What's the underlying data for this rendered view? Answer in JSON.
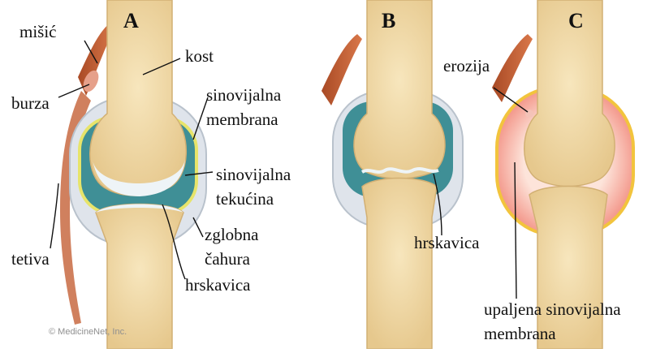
{
  "panels": {
    "a": {
      "title": "A",
      "labels": {
        "misic": "mišić",
        "burza": "burza",
        "kost": "kost",
        "sin_membrana_1": "sinovijalna",
        "sin_membrana_2": "membrana",
        "sin_tekucina_1": "sinovijalna",
        "sin_tekucina_2": "tekućina",
        "zglobna": "zglobna",
        "cahura": "čahura",
        "hrskavica": "hrskavica",
        "tetiva": "tetiva"
      }
    },
    "b": {
      "title": "B",
      "labels": {
        "hrskavica": "hrskavica"
      }
    },
    "c": {
      "title": "C",
      "labels": {
        "erozija": "erozija",
        "upaljena_1": "upaljena sinovijalna",
        "upaljena_2": "membrana"
      }
    }
  },
  "watermark": "© MedicineNet, Inc.",
  "colors": {
    "bone": "#f0d9a6",
    "bone_edge": "#d8b87a",
    "muscle": "#c8643a",
    "capsule": "#d9dee6",
    "synovial_fluid": "#3f8f96",
    "membrane": "#e6e36a",
    "cartilage": "#e9f1f6",
    "inflamed": "#f4a9a0"
  }
}
